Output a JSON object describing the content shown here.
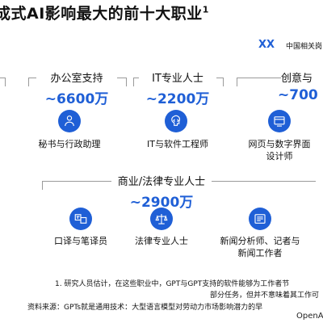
{
  "title": "成式AI影响最大的前十大职业",
  "title_sup": "1",
  "legend": {
    "marker": "XX",
    "text": "中国相关岗"
  },
  "groups": [
    {
      "label": "办公室支持",
      "value": "~6600万",
      "jobs": [
        "秘书与行政助理"
      ]
    },
    {
      "label": "IT专业人士",
      "value": "~2200万",
      "jobs": [
        "IT与软件工程师"
      ]
    },
    {
      "label": "创意与",
      "value": "~700",
      "jobs": [
        "网页与数字界面",
        "设计师"
      ]
    },
    {
      "label": "商业/法律专业人士",
      "value": "~2900万",
      "jobs": [
        "口译与笔译员",
        "法律专业人士",
        "新闻分析师、记者与",
        "新闻工作者"
      ]
    }
  ],
  "icons": [
    "people-icon",
    "code-head-icon",
    "web-design-icon",
    "translate-icon",
    "law-scale-icon",
    "news-icon"
  ],
  "footnote_1": "1. 研究人员估计，在这些职业中，GPT与GPT支持的软件能够为工作者节",
  "footnote_2": "部分任务，但并不意味着其工作可",
  "source": "资料来源：GPTs就是通用技术：大型语言模型对劳动力市场影响潜力的早",
  "brand": "OpenA",
  "colors": {
    "accent": "#1f5fd6"
  }
}
